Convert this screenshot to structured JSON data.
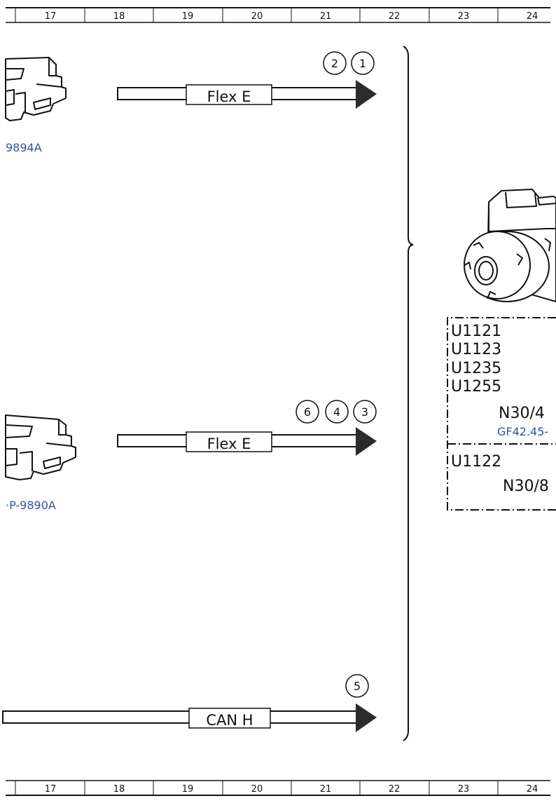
{
  "ruler": {
    "columns": [
      "17",
      "18",
      "19",
      "20",
      "21",
      "22",
      "23",
      "24"
    ]
  },
  "signals": [
    {
      "bus_label": "Flex E",
      "markers": [
        "2",
        "1"
      ],
      "component_ref": "9894A"
    },
    {
      "bus_label": "Flex E",
      "markers": [
        "6",
        "4",
        "3"
      ],
      "component_ref": "·P-9890A"
    },
    {
      "bus_label": "CAN H",
      "markers": [
        "5"
      ]
    }
  ],
  "control_unit": {
    "group1": {
      "fault_codes": [
        "U1121",
        "U1123",
        "U1235",
        "U1255"
      ],
      "unit": "N30/4",
      "ref": "GF42.45-"
    },
    "group2": {
      "fault_codes": [
        "U1122"
      ],
      "unit": "N30/8"
    }
  },
  "colors": {
    "line": "#111111",
    "arrow": "#2b2b2b",
    "reference": "#3a4ea0"
  }
}
